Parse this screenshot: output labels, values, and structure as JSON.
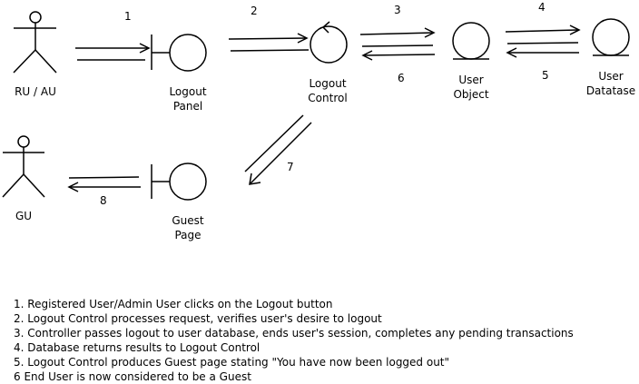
{
  "actors": {
    "ru_au": "RU / AU",
    "gu": "GU"
  },
  "boundaries": {
    "logout_panel": [
      "Logout",
      "Panel"
    ],
    "guest_page": [
      "Guest",
      "Page"
    ]
  },
  "controls": {
    "logout_control": [
      "Logout",
      "Control"
    ]
  },
  "entities": {
    "user_object": [
      "User",
      "Object"
    ],
    "user_database": [
      "User",
      "Datatase"
    ]
  },
  "message_numbers": {
    "m1": "1",
    "m2": "2",
    "m3": "3",
    "m4": "4",
    "m5": "5",
    "m6": "6",
    "m7": "7",
    "m8": "8"
  },
  "notes": [
    "1. Registered User/Admin User clicks on the Logout button",
    "2. Logout Control processes request, verifies user's desire to logout",
    "3. Controller passes logout to user database, ends user's session, completes any pending transactions",
    "4. Database returns results to Logout Control",
    "5. Logout Control produces Guest page stating \"You have now been logged out\"",
    "6  End User is now considered to be a Guest"
  ]
}
